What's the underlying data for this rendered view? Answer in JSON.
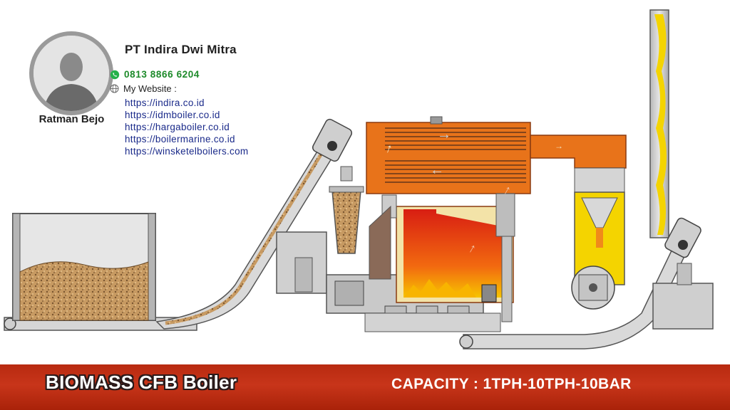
{
  "contact": {
    "company": "PT Indira Dwi Mitra",
    "phone": "0813 8866 6204",
    "website_label": "My Website :",
    "websites": [
      "https://indira.co.id",
      "https://idmboiler.co.id",
      "https://hargaboiler.co.id",
      "https://boilermarine.co.id",
      "https://winsketelboilers.com"
    ],
    "person_name": "Ratman Bejo"
  },
  "footer": {
    "title": "BIOMASS CFB Boiler",
    "capacity": "CAPACITY : 1TPH-10TPH-10BAR"
  },
  "colors": {
    "footer_bg": "#b82a10",
    "phone_green": "#1d8a2a",
    "link_blue": "#1a2a8a",
    "boiler_orange": "#e8731a",
    "flame_yellow": "#f4d400",
    "steel_gray": "#c9c9c9",
    "biomass_tan": "#c9a06a"
  },
  "icons": [
    "whatsapp-icon",
    "globe-icon",
    "arrow-icon"
  ]
}
